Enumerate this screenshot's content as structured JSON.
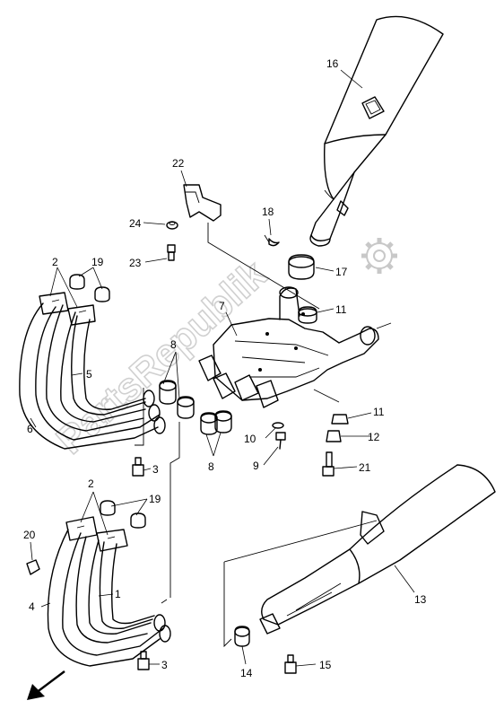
{
  "callouts": [
    {
      "id": "c1",
      "text": "1"
    },
    {
      "id": "c2a",
      "text": "2"
    },
    {
      "id": "c2b",
      "text": "2"
    },
    {
      "id": "c3a",
      "text": "3"
    },
    {
      "id": "c3b",
      "text": "3"
    },
    {
      "id": "c4",
      "text": "4"
    },
    {
      "id": "c5",
      "text": "5"
    },
    {
      "id": "c6",
      "text": "6"
    },
    {
      "id": "c7",
      "text": "7"
    },
    {
      "id": "c8a",
      "text": "8"
    },
    {
      "id": "c8b",
      "text": "8"
    },
    {
      "id": "c9",
      "text": "9"
    },
    {
      "id": "c10",
      "text": "10"
    },
    {
      "id": "c11a",
      "text": "11"
    },
    {
      "id": "c11b",
      "text": "11"
    },
    {
      "id": "c12",
      "text": "12"
    },
    {
      "id": "c13",
      "text": "13"
    },
    {
      "id": "c14",
      "text": "14"
    },
    {
      "id": "c15",
      "text": "15"
    },
    {
      "id": "c16",
      "text": "16"
    },
    {
      "id": "c17",
      "text": "17"
    },
    {
      "id": "c18",
      "text": "18"
    },
    {
      "id": "c19a",
      "text": "19"
    },
    {
      "id": "c19b",
      "text": "19"
    },
    {
      "id": "c20",
      "text": "20"
    },
    {
      "id": "c21",
      "text": "21"
    },
    {
      "id": "c22",
      "text": "22"
    },
    {
      "id": "c23",
      "text": "23"
    },
    {
      "id": "c24",
      "text": "24"
    }
  ],
  "watermark": {
    "text": "PartsRepublik"
  },
  "colors": {
    "line": "#000000",
    "background": "#ffffff",
    "watermark": "#c8c8c8"
  },
  "icons": {
    "watermark_logo": "gear-icon",
    "direction_arrow": "front-arrow-icon"
  }
}
